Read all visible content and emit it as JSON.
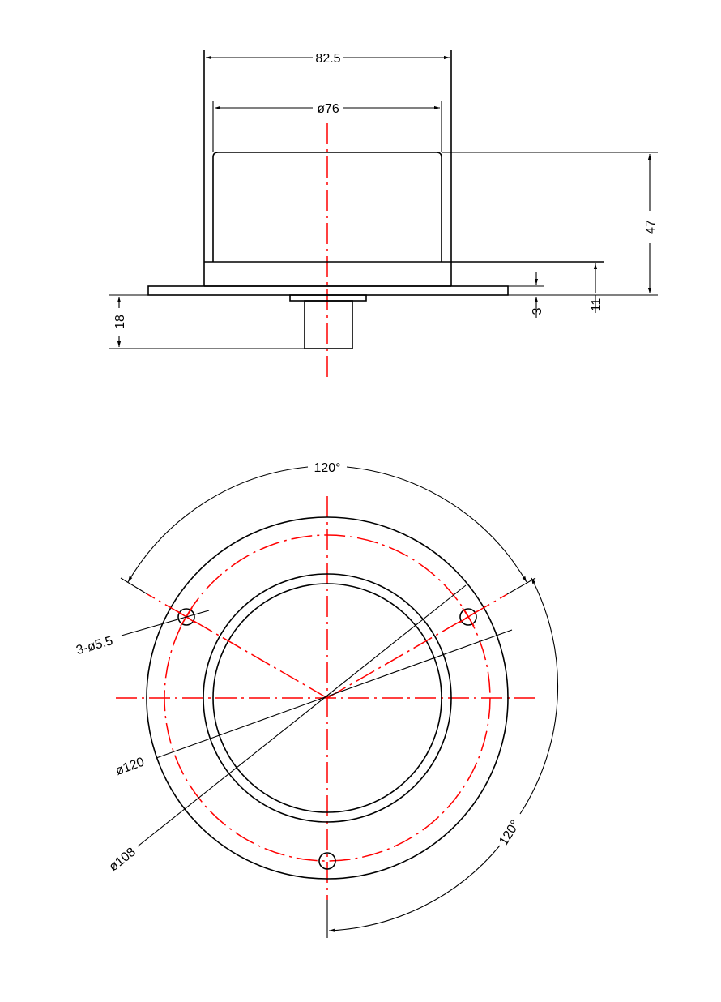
{
  "colors": {
    "outline": "#000000",
    "centerline": "#ff0000",
    "background": "#ffffff"
  },
  "side_view": {
    "dim_width_outer": "82.5",
    "dim_width_inner": "ø76",
    "dim_height_total": "47",
    "dim_flange_height": "11",
    "dim_flange_thickness": "3",
    "dim_spigot_depth": "18"
  },
  "top_view": {
    "dim_angle_top": "120°",
    "dim_angle_right": "120°",
    "dim_holes": "3-ø5.5",
    "dim_outer_dia": "ø120",
    "dim_pcd": "ø108"
  }
}
